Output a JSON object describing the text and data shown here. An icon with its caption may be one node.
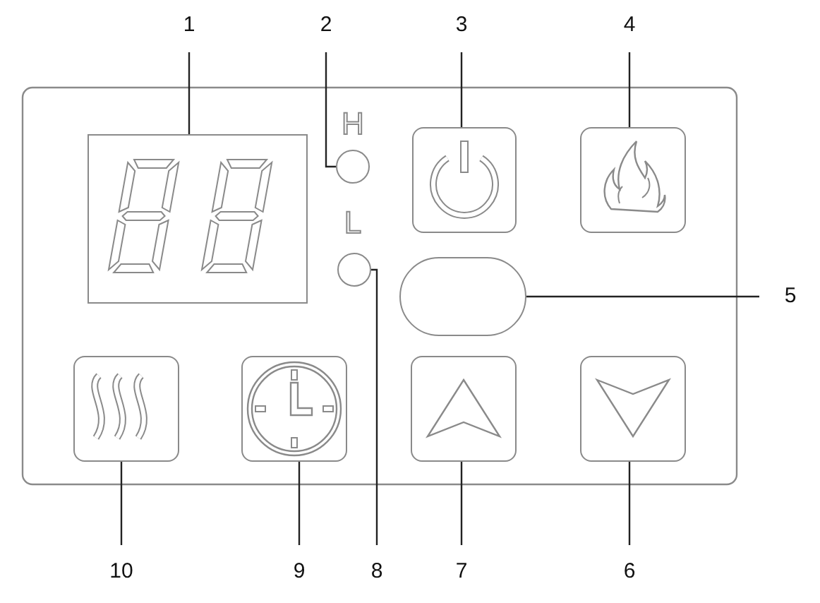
{
  "diagram": {
    "nodes": [
      {
        "text": [
          "1"
        ]
      },
      {
        "text": [
          "2"
        ]
      },
      {
        "text": [
          "3"
        ]
      },
      {
        "text": [
          "4"
        ]
      },
      {
        "text": [],
        "shape": "box"
      },
      {
        "text": [],
        "shape": "circle"
      },
      {
        "text": [],
        "shape": "box"
      },
      {
        "text": [],
        "shape": "box"
      },
      {
        "text": [],
        "shape": "circle"
      },
      {
        "text": [],
        "shape": "box"
      },
      {
        "text": [
          "5"
        ]
      },
      {
        "text": [],
        "shape": "box"
      },
      {
        "text": [],
        "shape": "box"
      },
      {
        "text": [],
        "shape": "box"
      },
      {
        "text": [],
        "shape": "box"
      },
      {
        "text": [
          "10"
        ]
      },
      {
        "text": [
          "9"
        ]
      },
      {
        "text": [
          "8"
        ]
      },
      {
        "text": [
          "7"
        ]
      },
      {
        "text": [
          "6"
        ]
      }
    ],
    "edges": [
      {
        "from": 0,
        "to": 4,
        "arrow": "none"
      },
      {
        "from": 1,
        "to": 5,
        "arrow": "none"
      },
      {
        "from": 2,
        "to": 6,
        "arrow": "none"
      },
      {
        "from": 3,
        "to": 7,
        "arrow": "none"
      },
      {
        "from": 10,
        "to": 9,
        "arrow": "none"
      },
      {
        "from": 19,
        "to": 14,
        "arrow": "none"
      },
      {
        "from": 18,
        "to": 13,
        "arrow": "none"
      },
      {
        "from": 17,
        "to": 8,
        "arrow": "none"
      },
      {
        "from": 16,
        "to": 12,
        "arrow": "none"
      },
      {
        "from": 15,
        "to": 11,
        "arrow": "none"
      }
    ],
    "labels": [
      "H",
      "L"
    ]
  }
}
